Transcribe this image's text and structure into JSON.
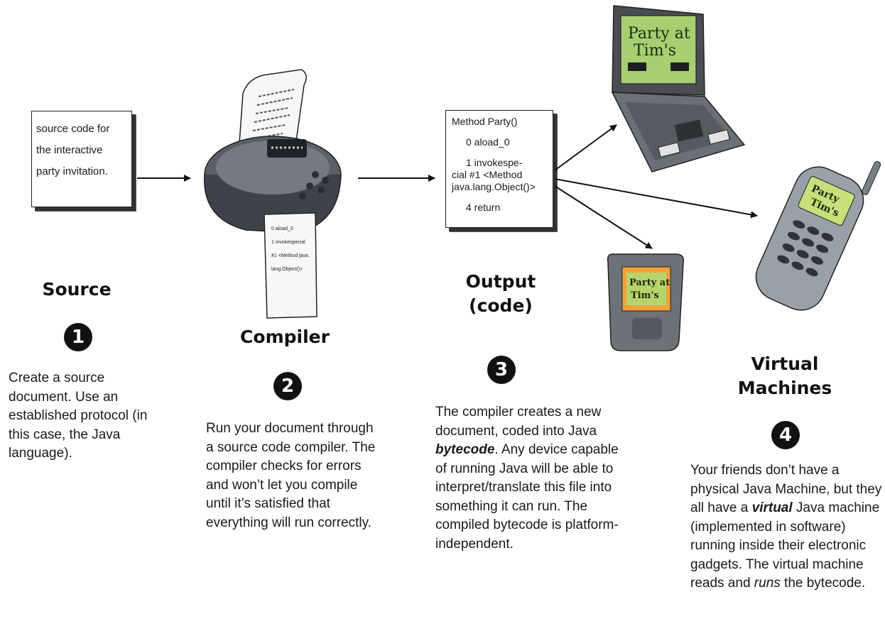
{
  "source": {
    "code_lines": [
      "source code for",
      "the interactive",
      "party invitation."
    ],
    "title": "Source",
    "step": "1",
    "desc": "Create a source document. Use an established protocol (in this case, the Java language)."
  },
  "compiler": {
    "title": "Compiler",
    "step": "2",
    "desc": "Run your document through a source code compiler. The compiler checks for errors and won’t let you compile until it’s satisfied that everything will run correctly.",
    "paper_lines": [
      "0 aload_0",
      "1 invokespecial",
      "#1 <Method java.",
      "lang.Object()>"
    ]
  },
  "output": {
    "title_line1": "Output",
    "title_line2": "(code)",
    "step": "3",
    "bytecode_lines": [
      "Method Party()",
      "0 aload_0",
      "1 invokespe-",
      "cial #1 <Method",
      "java.lang.Object()>",
      "4 return"
    ],
    "desc_intro": "The compiler creates a new document, coded into Java ",
    "desc_emphasis": "bytecode",
    "desc_rest": ". Any device capable of running Java will be able to interpret/translate this file into something it can run. The compiled bytecode is platform-independent."
  },
  "vm": {
    "title_line1": "Virtual",
    "title_line2": "Machines",
    "step": "4",
    "desc_part1": "Your friends don’t have a physical Java Machine, but they all have a ",
    "desc_emphasis1": "virtual",
    "desc_part2": " Java machine (implemented in software) running inside their electronic gadgets. The virtual machine reads and ",
    "desc_emphasis2": "runs",
    "desc_part3": " the bytecode."
  },
  "devices": {
    "laptop_screen": [
      "Party at",
      "Tim's"
    ],
    "phone_screen": [
      "Party",
      "Tim's"
    ],
    "tablet_screen": [
      "Party at",
      "Tim's"
    ]
  }
}
